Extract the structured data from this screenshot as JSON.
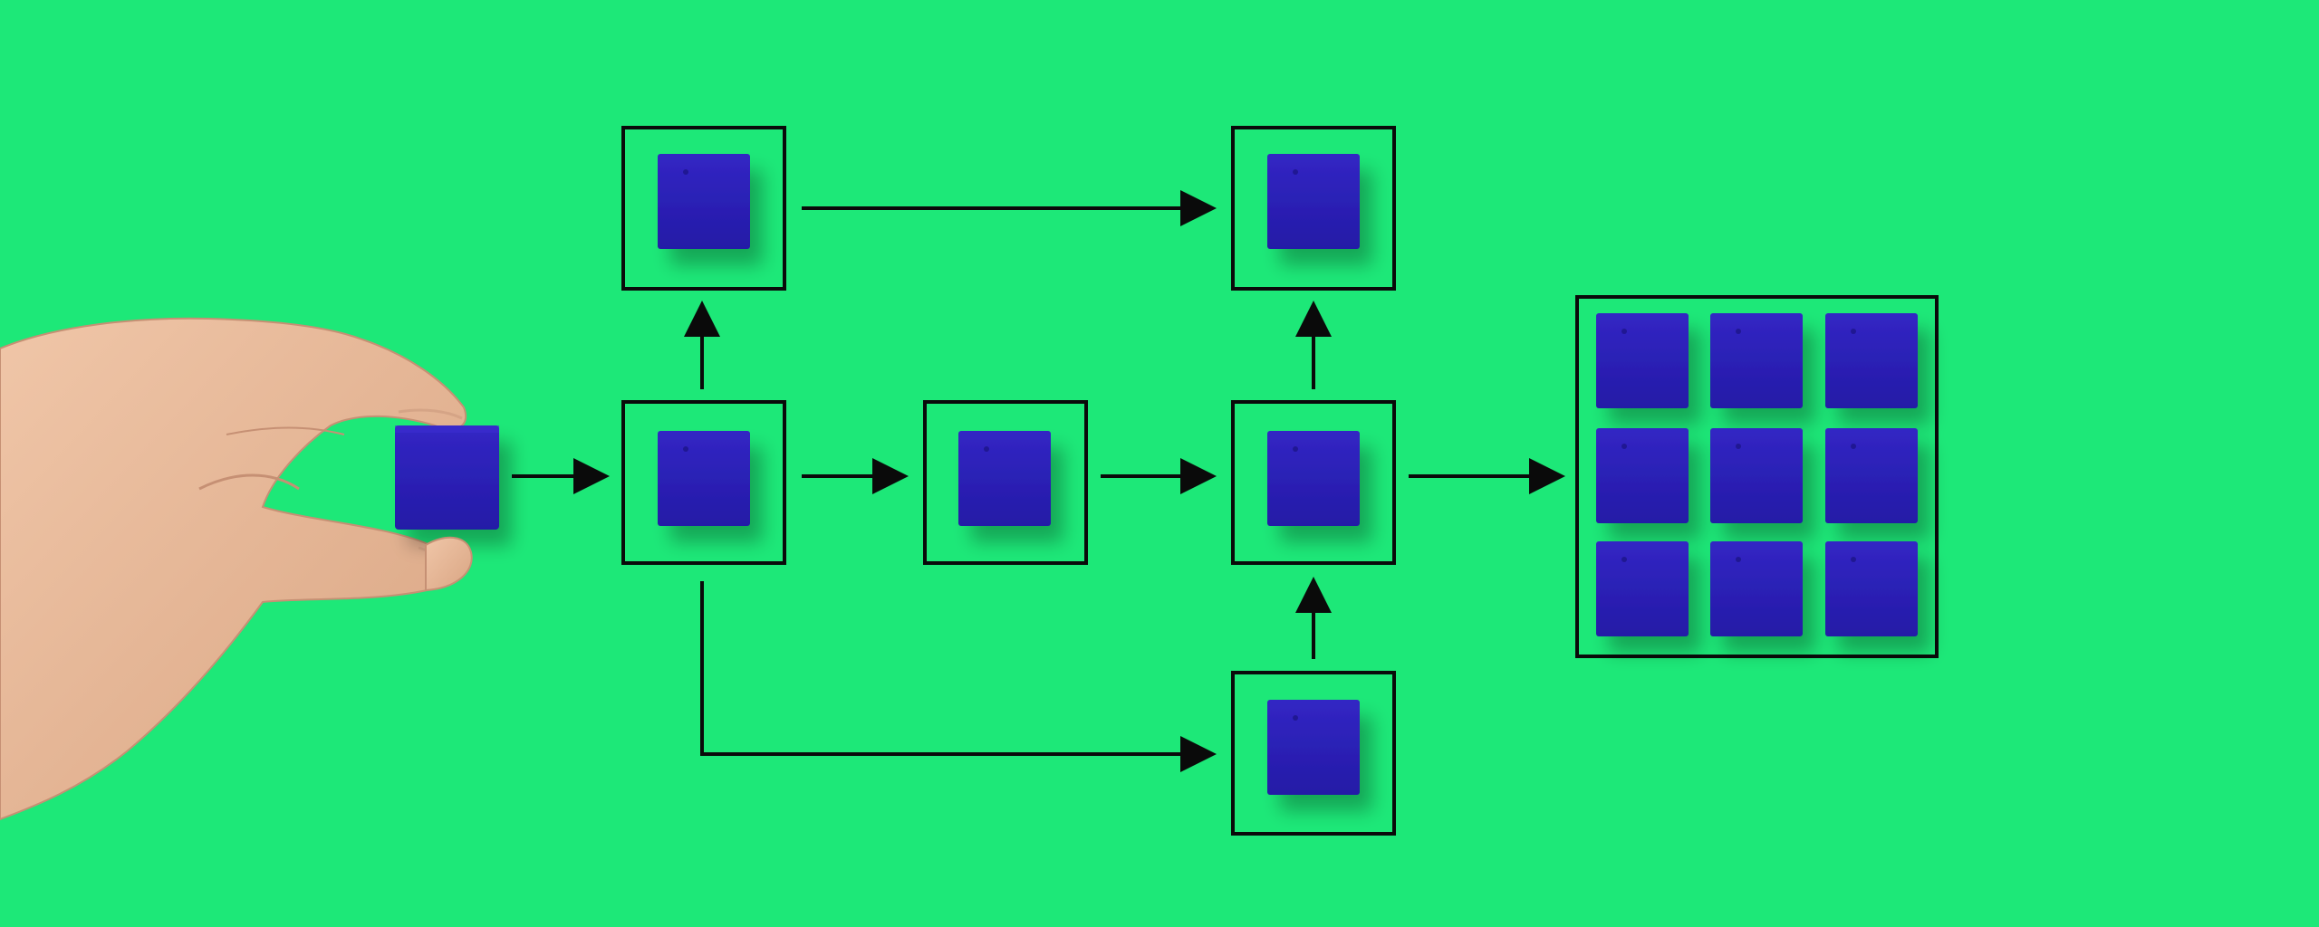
{
  "scene": {
    "background_color": "#1de878",
    "block_color": "#2a1fb8",
    "line_color": "#0a0a0a",
    "skin_color": "#e9b99a",
    "description_icons": [
      "hand",
      "wooden-block",
      "frame",
      "arrow"
    ]
  },
  "flow": {
    "nodes": [
      {
        "id": "start-block",
        "kind": "held-block"
      },
      {
        "id": "node-a",
        "kind": "framed-block"
      },
      {
        "id": "node-a-top",
        "kind": "framed-block"
      },
      {
        "id": "node-b",
        "kind": "framed-block"
      },
      {
        "id": "node-c",
        "kind": "framed-block"
      },
      {
        "id": "node-c-top",
        "kind": "framed-block"
      },
      {
        "id": "node-c-bottom",
        "kind": "framed-block"
      },
      {
        "id": "result-grid",
        "kind": "grid-frame",
        "rows": 3,
        "cols": 3
      }
    ],
    "edges": [
      {
        "from": "start-block",
        "to": "node-a"
      },
      {
        "from": "node-a",
        "to": "node-a-top"
      },
      {
        "from": "node-a-top",
        "to": "node-c-top"
      },
      {
        "from": "node-a",
        "to": "node-b"
      },
      {
        "from": "node-b",
        "to": "node-c"
      },
      {
        "from": "node-c",
        "to": "node-c-top"
      },
      {
        "from": "node-a",
        "to": "node-c-bottom"
      },
      {
        "from": "node-c-bottom",
        "to": "node-c"
      },
      {
        "from": "node-c",
        "to": "result-grid"
      }
    ]
  }
}
